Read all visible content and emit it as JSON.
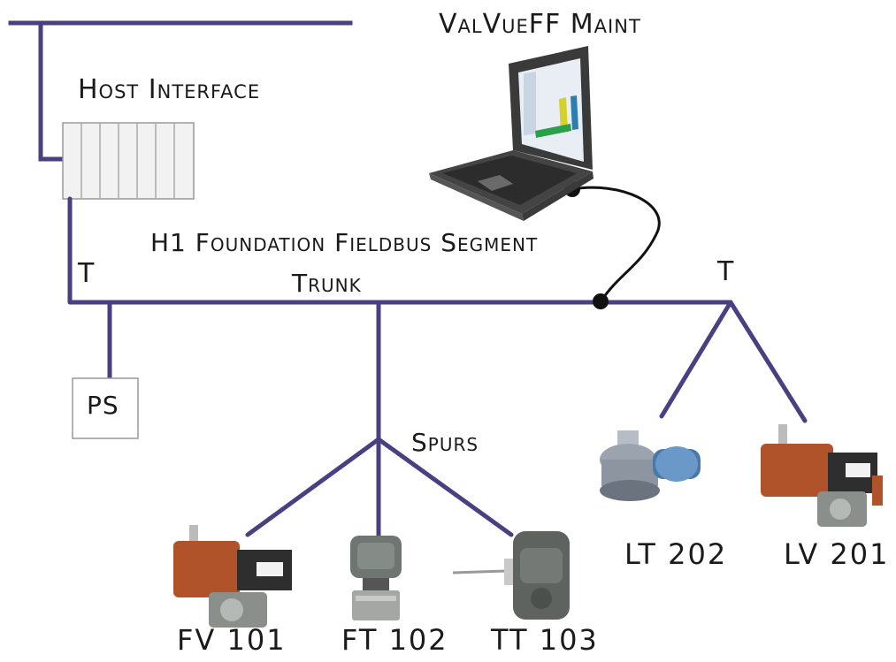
{
  "diagram": {
    "laptop_label": "ValVueFF Maint",
    "host_label": "Host Interface",
    "segment_label": "H1 Foundation Fieldbus Segment",
    "trunk_label": "Trunk",
    "tee_left": "T",
    "tee_right": "T",
    "ps_label": "PS",
    "spurs_label": "Spurs",
    "devices": {
      "fv101": "FV 101",
      "ft102": "FT 102",
      "tt103": "TT 103",
      "lt202": "LT 202",
      "lv201": "LV 201"
    }
  },
  "colors": {
    "wire": "#4a3f80",
    "cable": "#111111",
    "valve_body": "#b0532a",
    "transmitter": "#6f7570",
    "laptop": "#3c3c3c"
  }
}
